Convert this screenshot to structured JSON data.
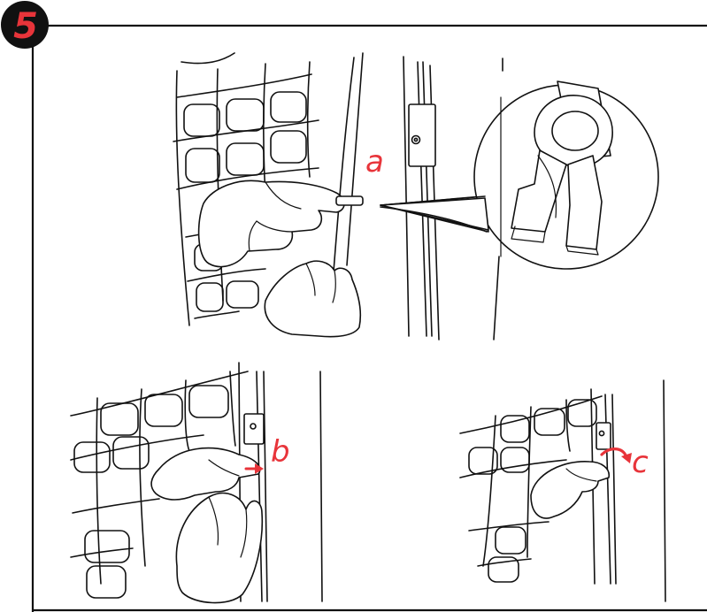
{
  "step": {
    "number": "5",
    "badge_color": "#111111",
    "number_color": "#e8343a"
  },
  "panels": {
    "a": {
      "label": "a",
      "label_color": "#e8343a"
    },
    "b": {
      "label": "b",
      "label_color": "#e8343a"
    },
    "c": {
      "label": "c",
      "label_color": "#e8343a"
    }
  },
  "icons": {
    "push_arrow": "arrow-right-icon",
    "rotate_arrow": "rotate-arrow-icon"
  }
}
